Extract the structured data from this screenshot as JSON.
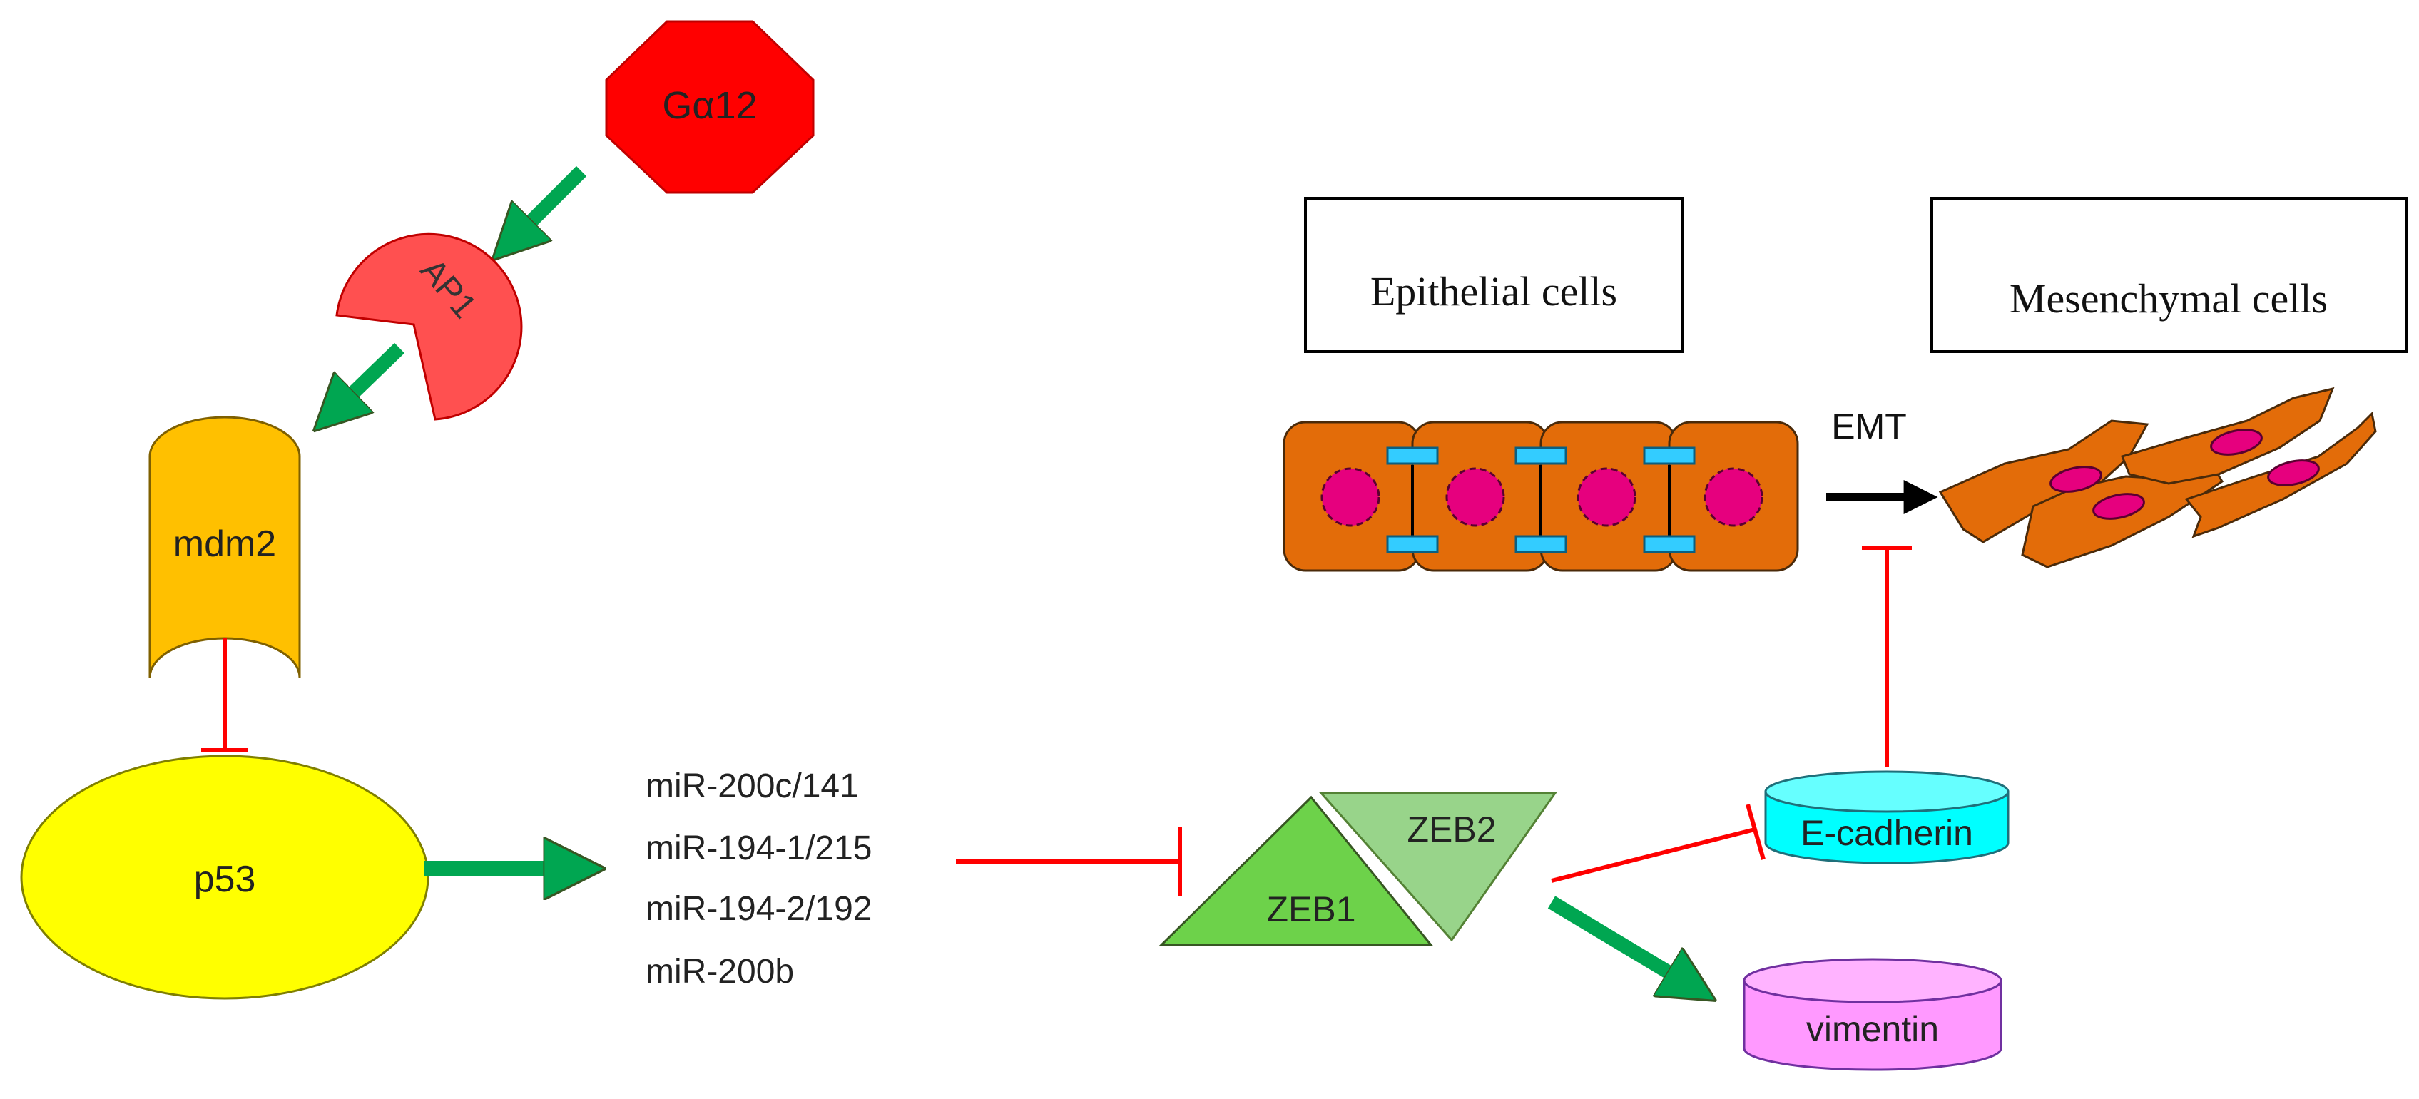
{
  "nodes": {
    "galpha12": "Gα12",
    "ap1": "AP1",
    "mdm2": "mdm2",
    "p53": "p53",
    "mirnas": [
      "miR-200c/141",
      "miR-194-1/215",
      "miR-194-2/192",
      "miR-200b"
    ],
    "zeb1": "ZEB1",
    "zeb2": "ZEB2",
    "ecadherin": "E-cadherin",
    "vimentin": "vimentin"
  },
  "cells": {
    "epithelial": "Epithelial cells",
    "mesenchymal": "Mesenchymal cells",
    "transition": "EMT"
  },
  "colors": {
    "galpha12": "#ff0000",
    "ap1": "#ff5050",
    "mdm2": "#ffc000",
    "p53": "#ffff00",
    "zeb1": "#6dd24a",
    "zeb2": "#98d48a",
    "ecadherin": "#00ffff",
    "vimentin": "#ff99ff",
    "cell_body": "#e36c09",
    "nucleus": "#e6007e",
    "junction": "#33ccff",
    "activation_arrow": "#00a651",
    "inhibition": "#ff0000"
  }
}
